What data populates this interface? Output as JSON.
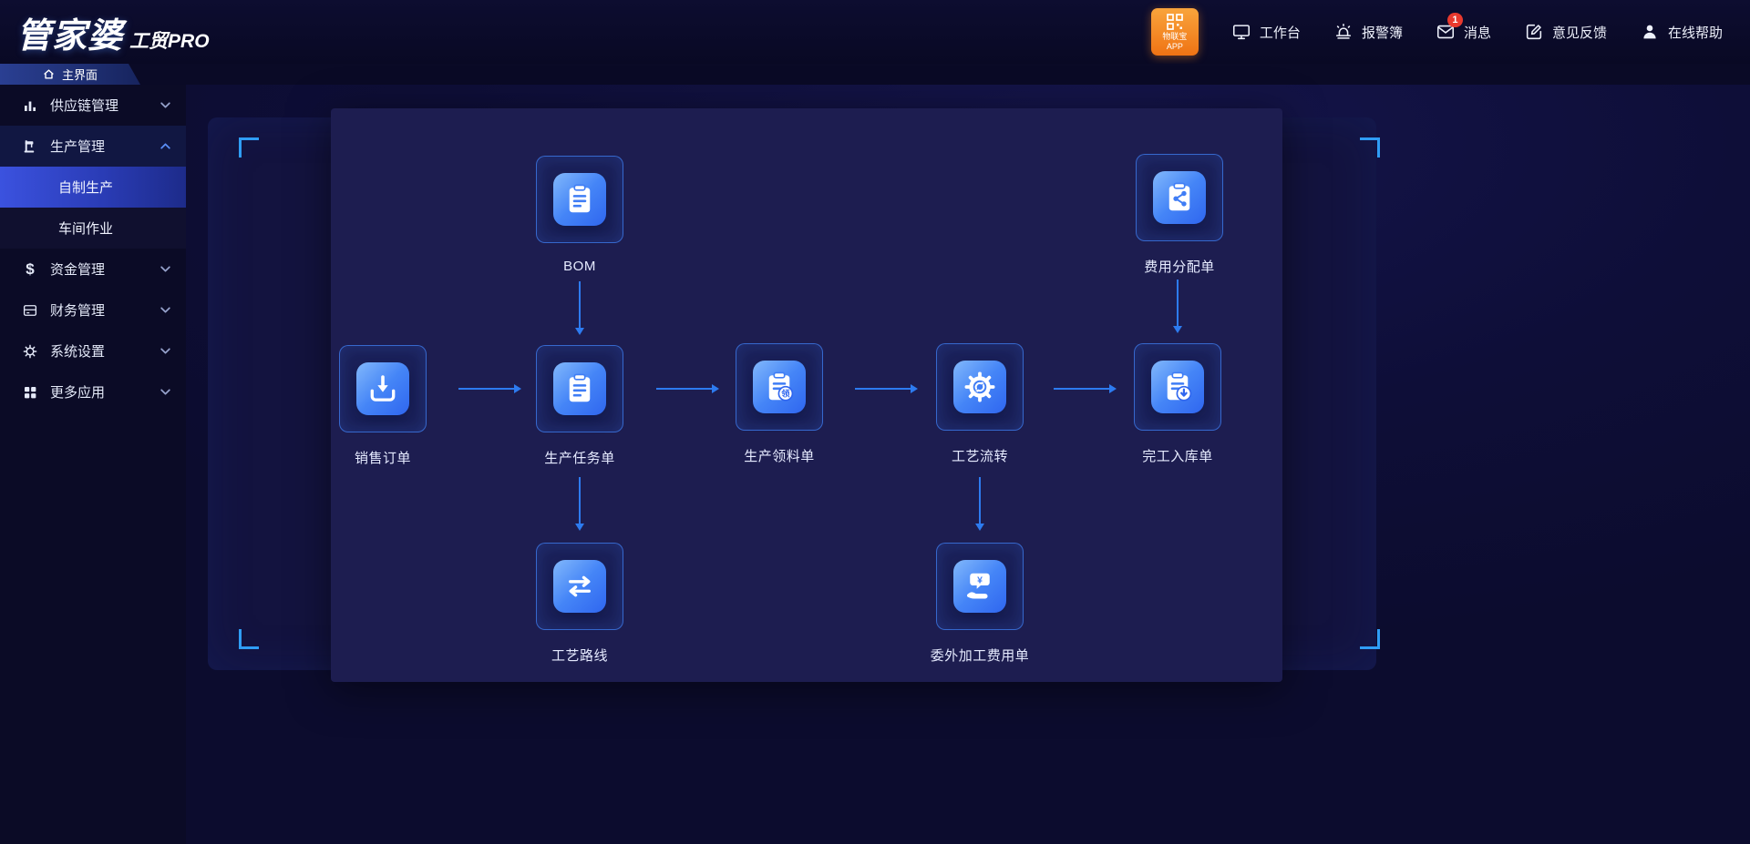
{
  "app": {
    "logo_main": "管家婆",
    "logo_sub": "工贸PRO"
  },
  "topbar": {
    "iot_badge": {
      "line1": "物联宝",
      "line2": "APP"
    },
    "items": [
      {
        "label": "工作台",
        "icon": "workbench-monitor-icon"
      },
      {
        "label": "报警簿",
        "icon": "alarm-icon"
      },
      {
        "label": "消息",
        "icon": "message-envelope-icon",
        "badge": "1"
      },
      {
        "label": "意见反馈",
        "icon": "feedback-pencil-icon"
      },
      {
        "label": "在线帮助",
        "icon": "person-help-icon"
      }
    ]
  },
  "tabbar": {
    "active_tab": "主界面",
    "icon": "home-icon"
  },
  "sidebar": {
    "groups": [
      {
        "label": "供应链管理",
        "icon": "bar-chart-icon",
        "expanded": false
      },
      {
        "label": "生产管理",
        "icon": "machine-icon",
        "expanded": true,
        "children": [
          {
            "label": "自制生产",
            "active": true
          },
          {
            "label": "车间作业",
            "active": false
          }
        ]
      },
      {
        "label": "资金管理",
        "icon": "dollar-icon",
        "expanded": false
      },
      {
        "label": "财务管理",
        "icon": "passbook-icon",
        "expanded": false
      },
      {
        "label": "系统设置",
        "icon": "gear-icon",
        "expanded": false
      },
      {
        "label": "更多应用",
        "icon": "apps-grid-icon",
        "expanded": false
      }
    ]
  },
  "flowchart": {
    "nodes": [
      {
        "id": "bom",
        "label": "BOM",
        "icon": "clipboard-list-icon"
      },
      {
        "id": "fee-allocation",
        "label": "费用分配单",
        "icon": "clipboard-share-icon"
      },
      {
        "id": "sales-order",
        "label": "销售订单",
        "icon": "download-tray-icon"
      },
      {
        "id": "production-task",
        "label": "生产任务单",
        "icon": "clipboard-list-icon"
      },
      {
        "id": "material-requisition",
        "label": "生产领料单",
        "icon": "clipboard-requisition-icon"
      },
      {
        "id": "process-flow",
        "label": "工艺流转",
        "icon": "gear-sync-icon"
      },
      {
        "id": "completion-warehouse",
        "label": "完工入库单",
        "icon": "clipboard-inbound-icon"
      },
      {
        "id": "process-route",
        "label": "工艺路线",
        "icon": "swap-arrows-icon"
      },
      {
        "id": "outsourcing-fee",
        "label": "委外加工费用单",
        "icon": "hand-yuan-icon"
      }
    ],
    "edges": [
      {
        "from": "bom",
        "to": "production-task"
      },
      {
        "from": "sales-order",
        "to": "production-task"
      },
      {
        "from": "production-task",
        "to": "material-requisition"
      },
      {
        "from": "material-requisition",
        "to": "process-flow"
      },
      {
        "from": "process-flow",
        "to": "completion-warehouse"
      },
      {
        "from": "fee-allocation",
        "to": "completion-warehouse"
      },
      {
        "from": "production-task",
        "to": "process-route"
      },
      {
        "from": "process-flow",
        "to": "outsourcing-fee"
      }
    ]
  },
  "icons": {
    "requisition_badge": "领",
    "yuan": "¥"
  },
  "colors": {
    "accent_arrow": "#2d7bf0",
    "tile_gradient_start": "#82b8fb",
    "tile_gradient_end": "#2f66ef",
    "corner_bracket": "#2f9df5",
    "badge_red": "#e8392e",
    "iot_orange": "#ef7314",
    "active_item_blue": "#3b52df"
  }
}
